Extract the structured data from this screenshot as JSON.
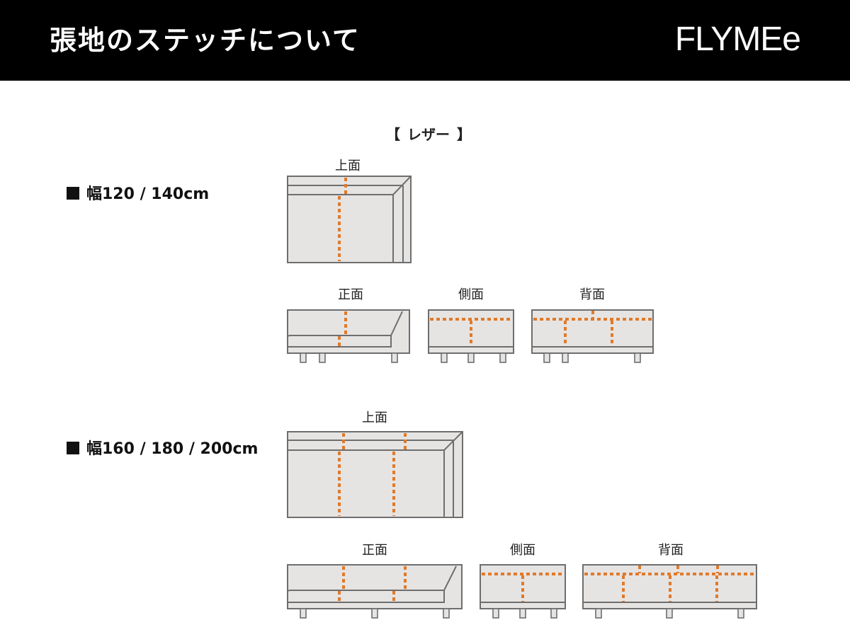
{
  "header": {
    "title": "張地のステッチについて",
    "logo": "FLYMEe"
  },
  "section": {
    "bracket_open": "【",
    "label": "レザー",
    "bracket_close": "】"
  },
  "sizes": [
    {
      "label": "幅120 / 140cm",
      "views": {
        "top": "上面",
        "front": "正面",
        "side": "側面",
        "back": "背面"
      }
    },
    {
      "label": "幅160 / 180 / 200cm",
      "views": {
        "top": "上面",
        "front": "正面",
        "side": "側面",
        "back": "背面"
      }
    }
  ],
  "colors": {
    "stitch": "#e07a2a",
    "upholstery": "#e6e4e3",
    "outline": "#6e6e6e",
    "header_bg": "#000000",
    "header_text": "#ffffff"
  }
}
